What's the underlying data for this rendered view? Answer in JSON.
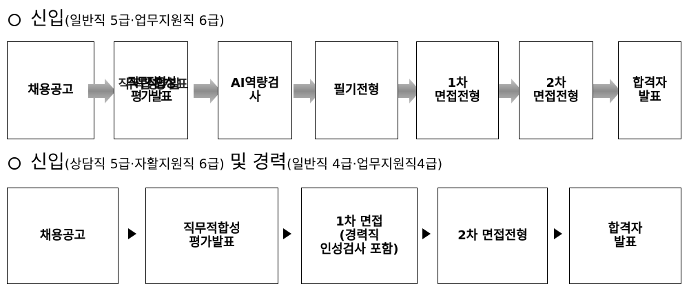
{
  "section1": {
    "main": "신입",
    "paren": "(일반직 5급·업무지원직 6급)",
    "steps": [
      "채용공고",
      "직무적합성평가발표",
      "AI역량검\n사",
      "필기전형",
      "1차\n면접전형",
      "2차\n면접전형",
      "합격자\n발표"
    ],
    "overlap_line_a": "직무적합성",
    "overlap_line_b": "평가발표"
  },
  "section2": {
    "main_a": "신입",
    "paren_a": "(상담직 5급·자활지원직 6급)",
    "conj": "및",
    "main_b": "경력",
    "paren_b": "(일반직 4급·업무지원직4급)",
    "steps": [
      "채용공고",
      "직무적합성\n평가발표",
      "1차 면접\n(경력직\n인성검사 포함)",
      "2차 면접전형",
      "합격자\n발표"
    ]
  },
  "colors": {
    "box_border": "#000000",
    "gray_arrow": "#9a9a9a",
    "triangle_arrow": "#000000"
  },
  "icons": {
    "bullet": "hollow-circle-icon",
    "row1_connector": "gray-arrow-icon",
    "row2_connector": "triangle-arrow-icon"
  }
}
